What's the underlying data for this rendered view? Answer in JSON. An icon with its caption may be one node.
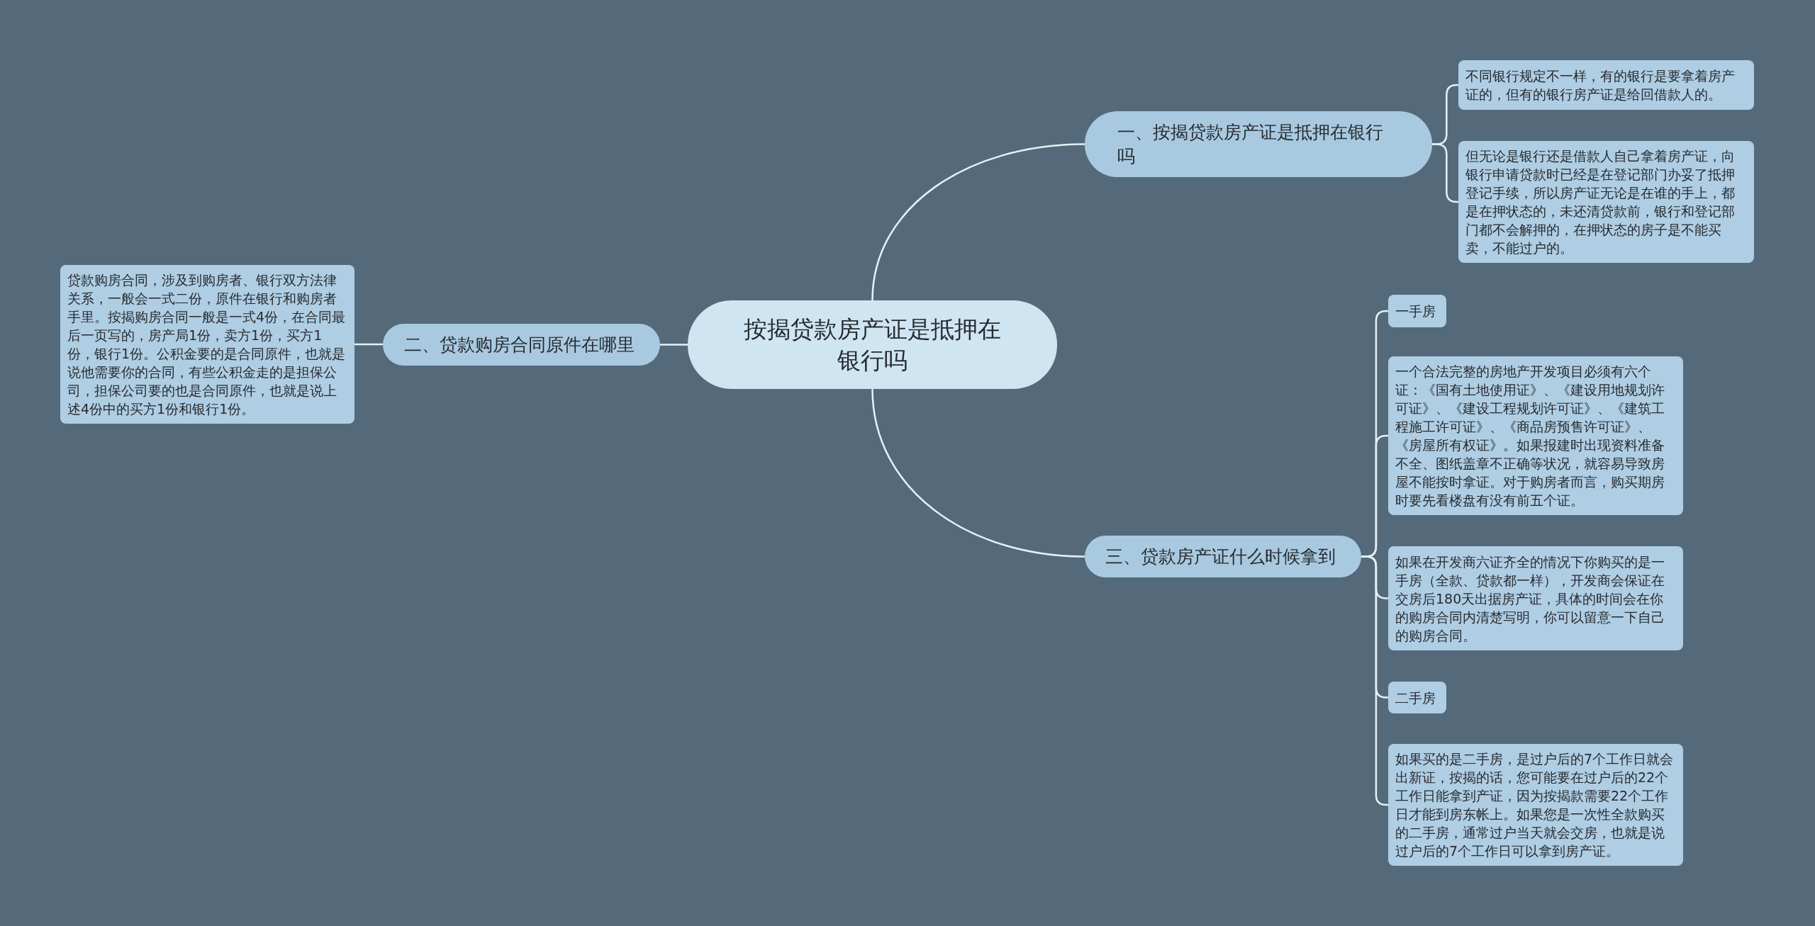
{
  "diagram": {
    "nodes": [
      {
        "text": [
          "按揭贷款房产证是抵押在银行吗"
        ]
      },
      {
        "text": [
          "一、按揭贷款房产证是抵押在银行吗"
        ]
      },
      {
        "text": [
          "不同银行规定不一样，有的银行是要拿着房产证的，但有的银行房产证是给回借款人的。"
        ]
      },
      {
        "text": [
          "但无论是银行还是借款人自己拿着房产证，向银行申请贷款时已经是在登记部门办妥了抵押登记手续，所以房产证无论是在谁的手上，都是在押状态的，未还清贷款前，银行和登记部门都不会解押的，在押状态的房子是不能买卖，不能过户的。"
        ]
      },
      {
        "text": [
          "二、贷款购房合同原件在哪里"
        ]
      },
      {
        "text": [
          "贷款购房合同，涉及到购房者、银行双方法律关系，一般会一式二份，原件在银行和购房者手里。按揭购房合同一般是一式4份，在合同最后一页写的，房产局1份，卖方1份，买方1份，银行1份。公积金要的是合同原件，也就是说他需要你的合同，有些公积金走的是担保公司，担保公司要的也是合同原件，也就是说上述4份中的买方1份和银行1份。"
        ]
      },
      {
        "text": [
          "三、贷款房产证什么时候拿到"
        ]
      },
      {
        "text": [
          "一手房"
        ]
      },
      {
        "text": [
          "一个合法完整的房地产开发项目必须有六个证：《国有土地使用证》、《建设用地规划许可证》、《建设工程规划许可证》、《建筑工程施工许可证》、《商品房预售许可证》、《房屋所有权证》。如果报建时出现资料准备不全、图纸盖章不正确等状况，就容易导致房屋不能按时拿证。对于购房者而言，购买期房时要先看楼盘有没有前五个证。"
        ]
      },
      {
        "text": [
          "如果在开发商六证齐全的情况下你购买的是一手房（全款、贷款都一样），开发商会保证在交房后180天出据房产证，具体的时间会在你的购房合同内清楚写明，你可以留意一下自己的购房合同。"
        ]
      },
      {
        "text": [
          "二手房"
        ]
      },
      {
        "text": [
          "如果买的是二手房，是过户后的7个工作日就会出新证，按揭的话，您可能要在过户后的22个工作日能拿到产证，因为按揭款需要22个工作日才能到房东帐上。如果您是一次性全款购买的二手房，通常过户当天就会交房，也就是说过户后的7个工作日可以拿到房产证。"
        ]
      }
    ],
    "edges": [
      {
        "from": 0,
        "to": 1,
        "arrow": "none"
      },
      {
        "from": 1,
        "to": 2,
        "arrow": "none"
      },
      {
        "from": 1,
        "to": 3,
        "arrow": "none"
      },
      {
        "from": 0,
        "to": 4,
        "arrow": "none"
      },
      {
        "from": 4,
        "to": 5,
        "arrow": "none"
      },
      {
        "from": 0,
        "to": 6,
        "arrow": "none"
      },
      {
        "from": 6,
        "to": 7,
        "arrow": "none"
      },
      {
        "from": 6,
        "to": 8,
        "arrow": "none"
      },
      {
        "from": 6,
        "to": 9,
        "arrow": "none"
      },
      {
        "from": 6,
        "to": 10,
        "arrow": "none"
      },
      {
        "from": 6,
        "to": 11,
        "arrow": "none"
      }
    ]
  }
}
